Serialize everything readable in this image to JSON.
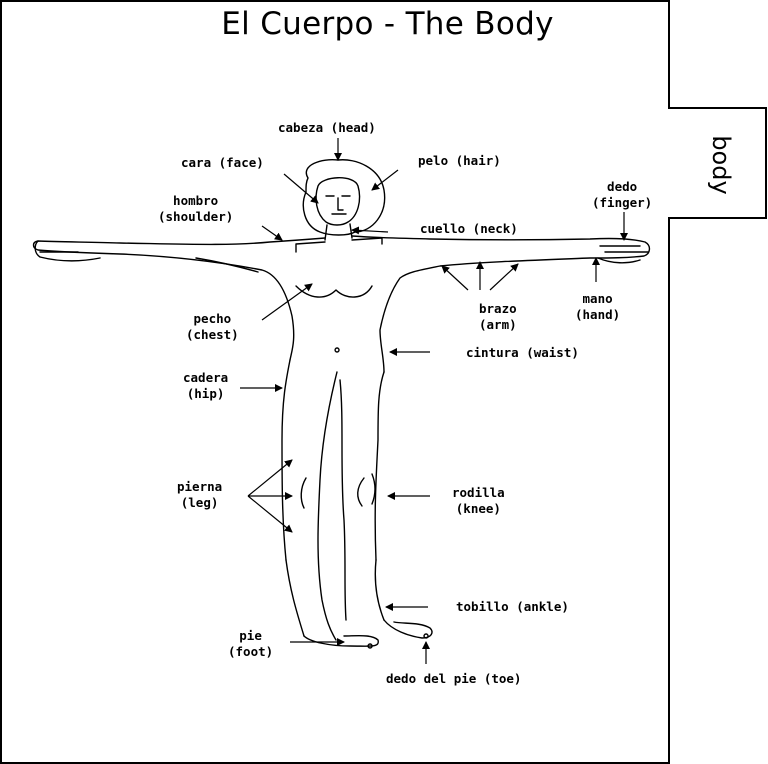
{
  "title": "El Cuerpo - The Body",
  "tab_label": "body",
  "colors": {
    "line": "#000000",
    "background": "#ffffff"
  },
  "labels": {
    "head": "cabeza (head)",
    "face": "cara (face)",
    "hair": "pelo (hair)",
    "shoulder": [
      "hombro",
      "(shoulder)"
    ],
    "neck": "cuello (neck)",
    "finger": [
      "dedo",
      "(finger)"
    ],
    "chest": [
      "pecho",
      "(chest)"
    ],
    "arm": [
      "brazo",
      "(arm)"
    ],
    "hand": [
      "mano",
      "(hand)"
    ],
    "waist": "cintura (waist)",
    "hip": [
      "cadera",
      "(hip)"
    ],
    "leg": [
      "pierna",
      "(leg)"
    ],
    "knee": [
      "rodilla",
      "(knee)"
    ],
    "ankle": "tobillo (ankle)",
    "foot": [
      "pie",
      "(foot)"
    ],
    "toe": "dedo del pie (toe)"
  }
}
